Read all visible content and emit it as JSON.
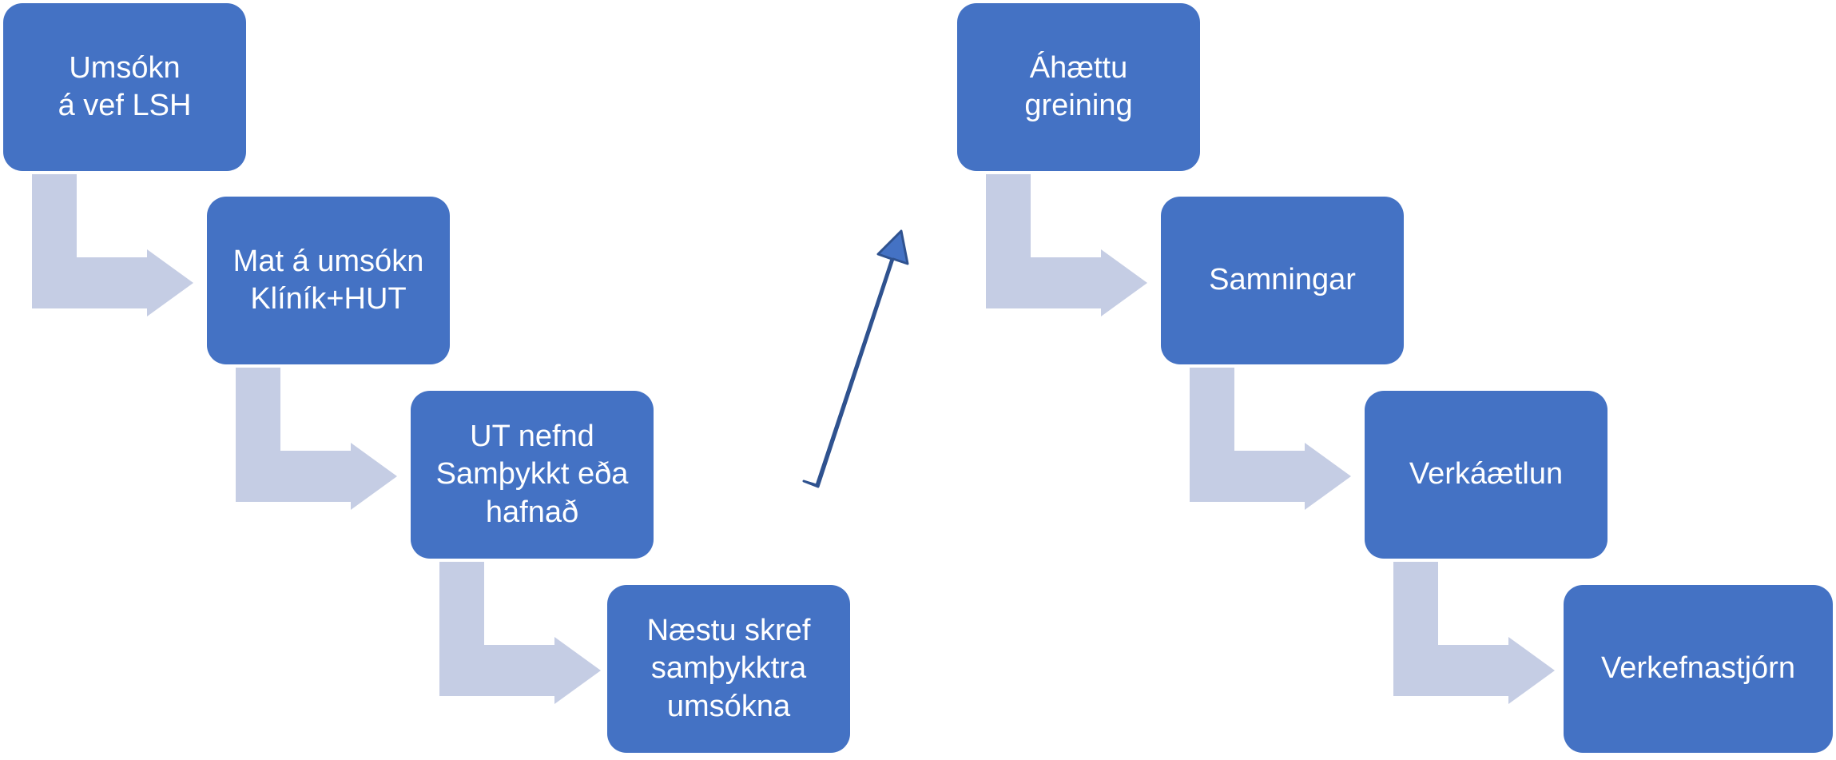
{
  "colors": {
    "box_fill": "#4472c4",
    "connector_fill": "#c5cde4",
    "diagonal_arrow_fill": "#4472c4",
    "diagonal_arrow_stroke": "#2f528f",
    "text": "#ffffff",
    "background": "#ffffff"
  },
  "left_flow": {
    "steps": [
      {
        "label": "Umsókn\ná vef LSH"
      },
      {
        "label": "Mat á umsókn\nKlíník+HUT"
      },
      {
        "label": "UT nefnd\nSamþykkt eða\nhafnað"
      },
      {
        "label": "Næstu skref\nsamþykktra\numsókna"
      }
    ]
  },
  "right_flow": {
    "steps": [
      {
        "label": "Áhættu\ngreining"
      },
      {
        "label": "Samningar"
      },
      {
        "label": "Verkáætlun"
      },
      {
        "label": "Verkefnastjórn"
      }
    ]
  }
}
